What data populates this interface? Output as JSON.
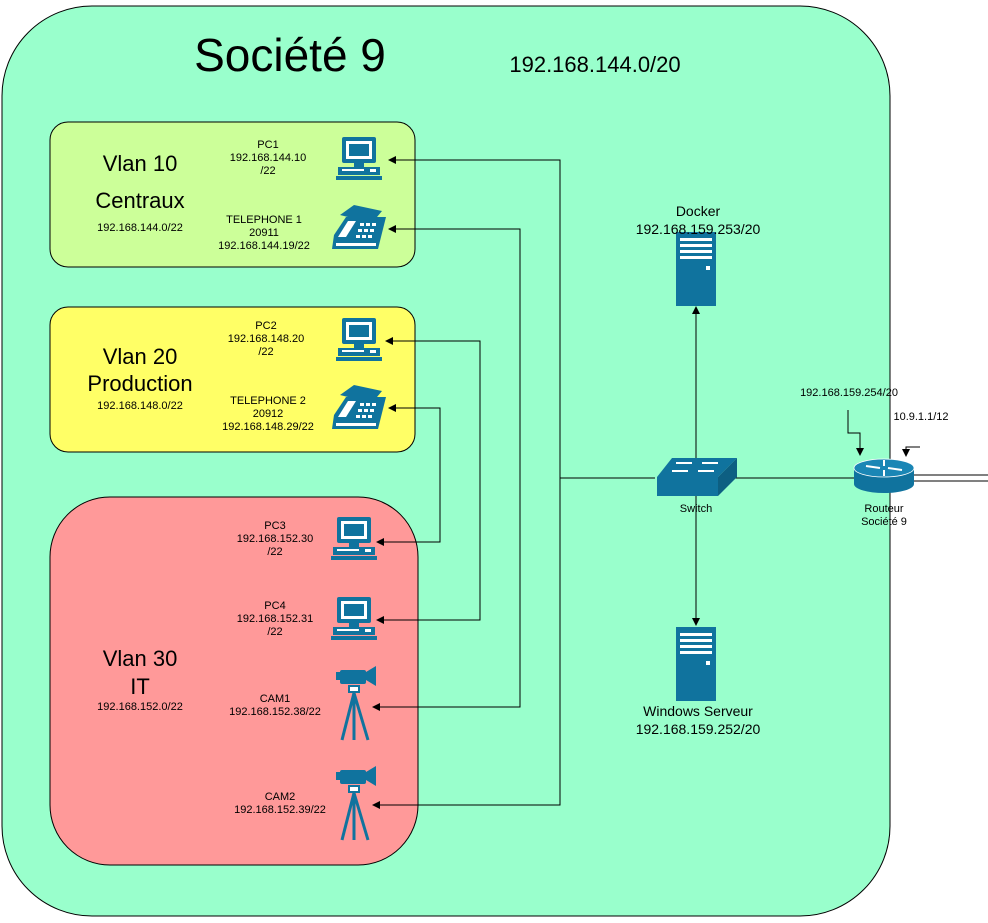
{
  "title": "Société 9",
  "network": "192.168.144.0/20",
  "vlans": [
    {
      "name": "Vlan 10",
      "dept": "Centraux",
      "subnet": "192.168.144.0/22",
      "color": "#ccff99"
    },
    {
      "name": "Vlan 20",
      "dept": "Production",
      "subnet": "192.168.148.0/22",
      "color": "#ffff66"
    },
    {
      "name": "Vlan 30",
      "dept": "IT",
      "subnet": "192.168.152.0/22",
      "color": "#ff9999"
    }
  ],
  "devices": {
    "pc1": {
      "name": "PC1",
      "ip": "192.168.144.10",
      "mask": "/22"
    },
    "tel1": {
      "name": "TELEPHONE 1",
      "ext": "20911",
      "ip": "192.168.144.19/22"
    },
    "pc2": {
      "name": "PC2",
      "ip": "192.168.148.20",
      "mask": "/22"
    },
    "tel2": {
      "name": "TELEPHONE 2",
      "ext": "20912",
      "ip": "192.168.148.29/22"
    },
    "pc3": {
      "name": "PC3",
      "ip": "192.168.152.30",
      "mask": "/22"
    },
    "pc4": {
      "name": "PC4",
      "ip": "192.168.152.31",
      "mask": "/22"
    },
    "cam1": {
      "name": "CAM1",
      "ip": "192.168.152.38/22"
    },
    "cam2": {
      "name": "CAM2",
      "ip": "192.168.152.39/22"
    }
  },
  "servers": {
    "docker": {
      "name": "Docker",
      "ip": "192.168.159.253/20"
    },
    "windows": {
      "name": "Windows Serveur",
      "ip": "192.168.159.252/20"
    }
  },
  "switch": {
    "label": "Switch"
  },
  "router": {
    "label_line1": "Routeur",
    "label_line2": "Société 9",
    "lan_ip": "192.168.159.254/20",
    "wan_ip": "10.9.1.1/12"
  },
  "colors": {
    "company_bg": "#99ffcc",
    "icon": "#10739e",
    "line": "#000000"
  }
}
